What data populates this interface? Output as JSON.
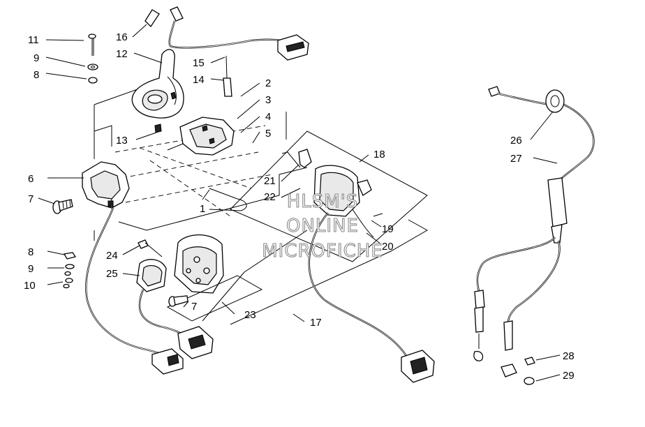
{
  "watermark": {
    "line1": "HLSM'S",
    "line2": "ONLINE",
    "line3": "MICROFICHE"
  },
  "callouts": [
    {
      "id": "c1",
      "label": "1"
    },
    {
      "id": "c2",
      "label": "2"
    },
    {
      "id": "c3",
      "label": "3"
    },
    {
      "id": "c4",
      "label": "4"
    },
    {
      "id": "c5",
      "label": "5"
    },
    {
      "id": "c6",
      "label": "6"
    },
    {
      "id": "c7a",
      "label": "7"
    },
    {
      "id": "c7b",
      "label": "7"
    },
    {
      "id": "c8a",
      "label": "8"
    },
    {
      "id": "c8b",
      "label": "8"
    },
    {
      "id": "c9a",
      "label": "9"
    },
    {
      "id": "c9b",
      "label": "9"
    },
    {
      "id": "c10",
      "label": "10"
    },
    {
      "id": "c11",
      "label": "11"
    },
    {
      "id": "c12",
      "label": "12"
    },
    {
      "id": "c13",
      "label": "13"
    },
    {
      "id": "c14",
      "label": "14"
    },
    {
      "id": "c15",
      "label": "15"
    },
    {
      "id": "c16",
      "label": "16"
    },
    {
      "id": "c17",
      "label": "17"
    },
    {
      "id": "c18",
      "label": "18"
    },
    {
      "id": "c19",
      "label": "19"
    },
    {
      "id": "c20",
      "label": "20"
    },
    {
      "id": "c21",
      "label": "21"
    },
    {
      "id": "c22",
      "label": "22"
    },
    {
      "id": "c23",
      "label": "23"
    },
    {
      "id": "c24",
      "label": "24"
    },
    {
      "id": "c25",
      "label": "25"
    },
    {
      "id": "c26",
      "label": "26"
    },
    {
      "id": "c27",
      "label": "27"
    },
    {
      "id": "c28",
      "label": "28"
    },
    {
      "id": "c29",
      "label": "29"
    }
  ]
}
